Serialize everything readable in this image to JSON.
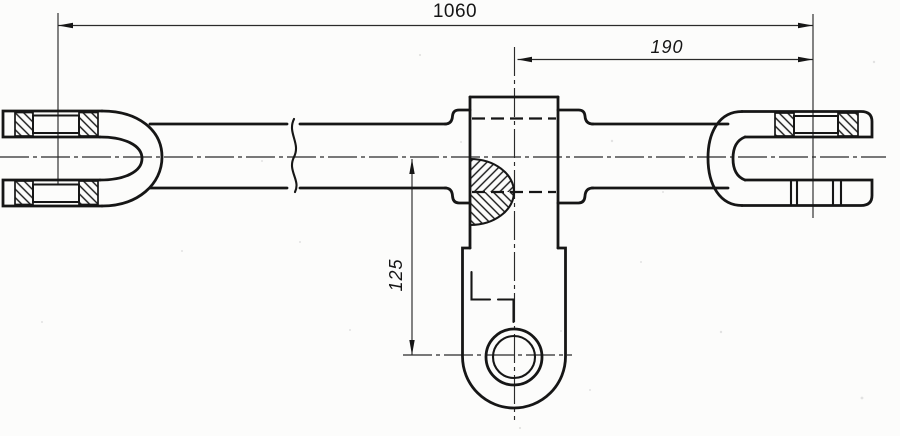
{
  "drawing": {
    "type": "technical-drawing",
    "subject": "tie-rod with clevis ends, central pivot boss and eye lever",
    "dimensions": {
      "overall_length": {
        "label": "1060",
        "orientation": "horizontal"
      },
      "center_to_right_pin": {
        "label": "190",
        "orientation": "horizontal"
      },
      "axis_to_eye": {
        "label": "125",
        "orientation": "vertical"
      }
    },
    "colors": {
      "line": "#161616",
      "thin_line": "#2a2a2a",
      "background": "#fcfcfb"
    }
  }
}
